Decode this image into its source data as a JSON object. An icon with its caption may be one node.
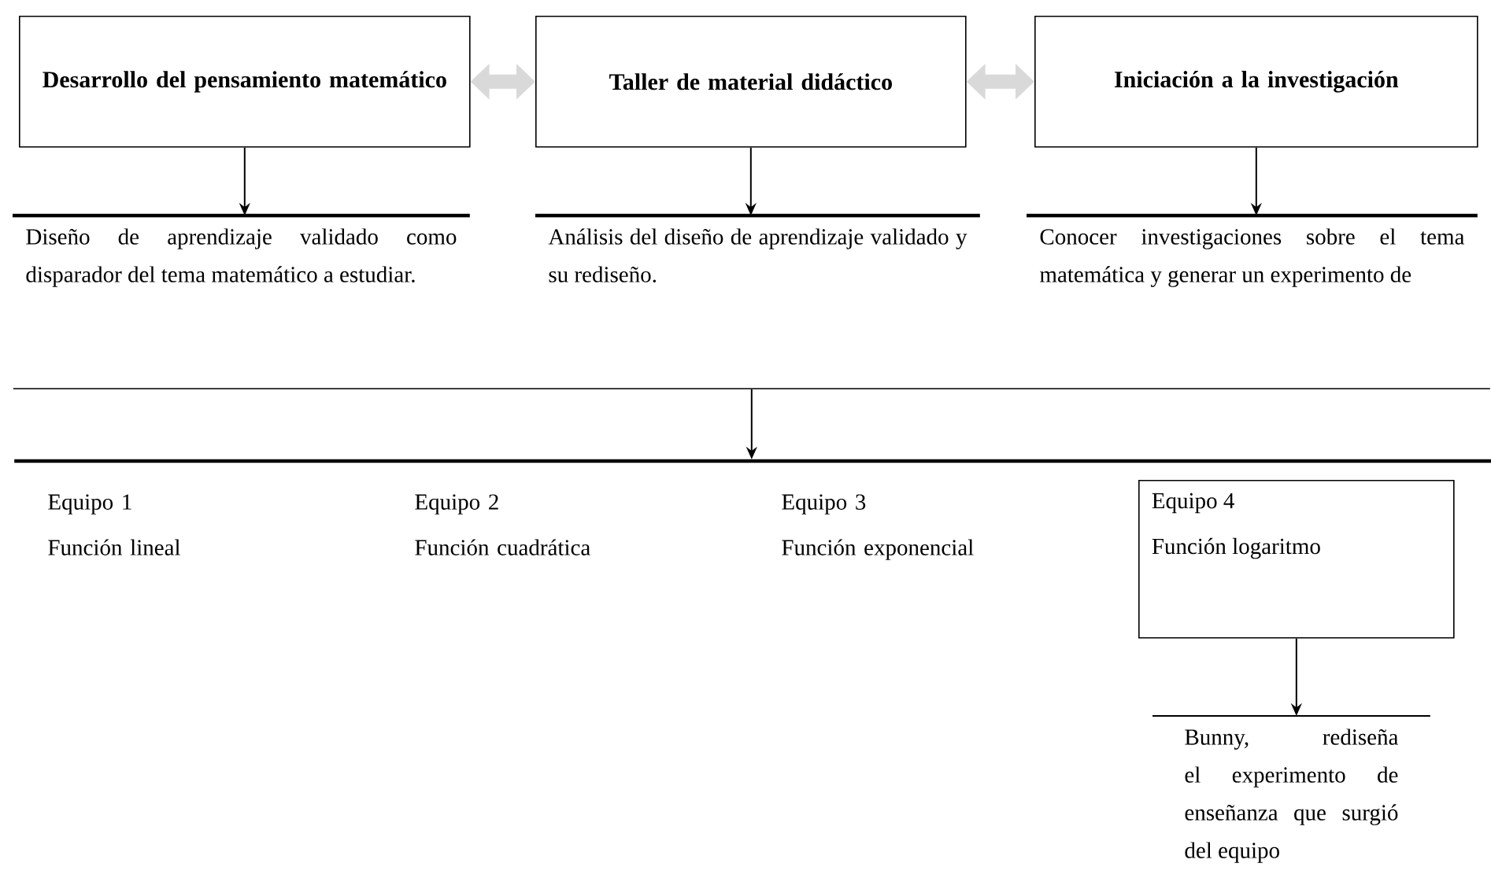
{
  "diagram": {
    "nodes": [
      {
        "text": [
          "Desarrollo del pensamiento matemático"
        ]
      },
      {
        "text": [
          "Taller de material didáctico"
        ]
      },
      {
        "text": [
          "Iniciación a la investigación"
        ]
      },
      {
        "text": [
          "Diseño de aprendizaje validado como disparador del tema matemático a estudiar."
        ]
      },
      {
        "text": [
          "Análisis del diseño de aprendizaje validado y su rediseño."
        ]
      },
      {
        "text": [
          "Conocer investigaciones sobre el tema matemática y generar un experimento de"
        ]
      },
      {
        "text": [],
        "shape": "bar"
      },
      {
        "text": [],
        "shape": "bar"
      },
      {
        "text": [
          "Equipo 1",
          "Función lineal"
        ]
      },
      {
        "text": [
          "Equipo 2",
          "Función cuadrática"
        ]
      },
      {
        "text": [
          "Equipo 3",
          "Función exponencial"
        ]
      },
      {
        "text": [
          "Equipo 4",
          "Función logaritmo"
        ]
      },
      {
        "text": [
          "Bunny, rediseña el experimento de enseñanza que surgió del equipo"
        ]
      }
    ],
    "edges": [
      {
        "from": 0,
        "to": 1,
        "arrow": "both",
        "style": "thick",
        "color": "#d9d9d9"
      },
      {
        "from": 1,
        "to": 2,
        "arrow": "both",
        "style": "thick",
        "color": "#d9d9d9"
      },
      {
        "from": 0,
        "to": 3,
        "arrow": "to"
      },
      {
        "from": 1,
        "to": 4,
        "arrow": "to"
      },
      {
        "from": 2,
        "to": 5,
        "arrow": "to"
      },
      {
        "from": 6,
        "to": 7,
        "arrow": "to"
      },
      {
        "from": 11,
        "to": 12,
        "arrow": "to"
      }
    ]
  }
}
